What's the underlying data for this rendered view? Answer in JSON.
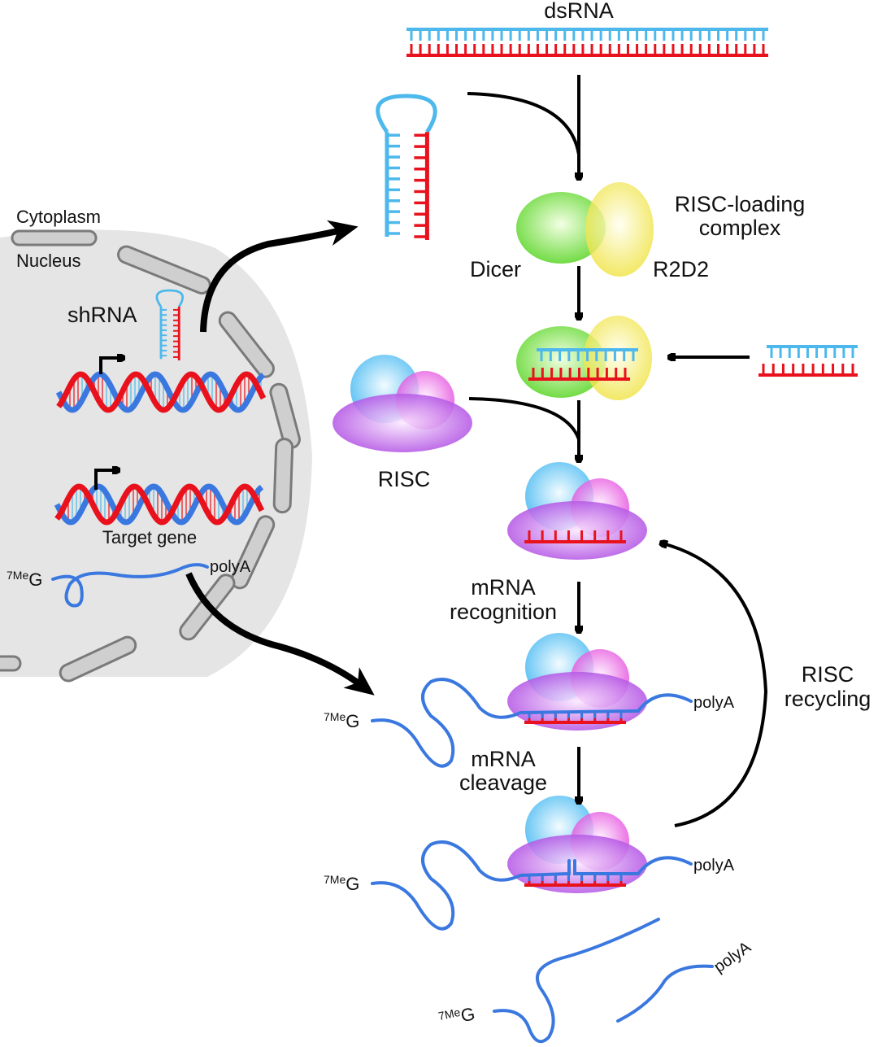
{
  "labels": {
    "dsrna": "dsRNA",
    "risc_loading_line1": "RISC-loading",
    "risc_loading_line2": "complex",
    "dicer": "Dicer",
    "r2d2": "R2D2",
    "cytoplasm": "Cytoplasm",
    "nucleus": "Nucleus",
    "shrna": "shRNA",
    "target_gene": "Target gene",
    "risc": "RISC",
    "mrna_recognition_line1": "mRNA",
    "mrna_recognition_line2": "recognition",
    "mrna_cleavage_line1": "mRNA",
    "mrna_cleavage_line2": "cleavage",
    "risc_recycling_line1": "RISC",
    "risc_recycling_line2": "recycling",
    "cap_prefix": "7Me",
    "cap_base": "G",
    "polya": "polyA"
  },
  "colors": {
    "sense_strand": "#4cb8ec",
    "antisense_strand": "#e8111c",
    "mrna": "#3a78e0",
    "dicer": "#66dd33",
    "r2d2": "#f0e640",
    "risc_base": "#b44de0",
    "risc_blue": "#40b4f0",
    "risc_magenta": "#e040d8",
    "nucleus": "#e5e5e5",
    "membrane": "#cfcfcf"
  }
}
